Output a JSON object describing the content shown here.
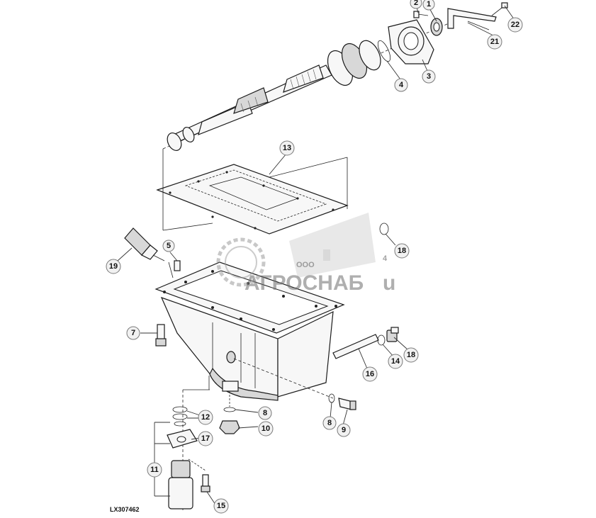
{
  "drawing_id": "LX307462",
  "watermark": {
    "org_form": "ООО",
    "name": "АГРОСНАБ",
    "suffix": "u",
    "stray_label": "4"
  },
  "callouts": [
    {
      "id": "c1",
      "label": "1"
    },
    {
      "id": "c2",
      "label": "2"
    },
    {
      "id": "c22",
      "label": "22"
    },
    {
      "id": "c21",
      "label": "21"
    },
    {
      "id": "c3",
      "label": "3"
    },
    {
      "id": "c4",
      "label": "4"
    },
    {
      "id": "c13",
      "label": "13"
    },
    {
      "id": "c18a",
      "label": "18"
    },
    {
      "id": "c5",
      "label": "5"
    },
    {
      "id": "c19",
      "label": "19"
    },
    {
      "id": "c7",
      "label": "7"
    },
    {
      "id": "c18b",
      "label": "18"
    },
    {
      "id": "c14",
      "label": "14"
    },
    {
      "id": "c16",
      "label": "16"
    },
    {
      "id": "c12",
      "label": "12"
    },
    {
      "id": "c8a",
      "label": "8"
    },
    {
      "id": "c10",
      "label": "10"
    },
    {
      "id": "c8b",
      "label": "8"
    },
    {
      "id": "c9",
      "label": "9"
    },
    {
      "id": "c17",
      "label": "17"
    },
    {
      "id": "c11",
      "label": "11"
    },
    {
      "id": "c15",
      "label": "15"
    }
  ]
}
